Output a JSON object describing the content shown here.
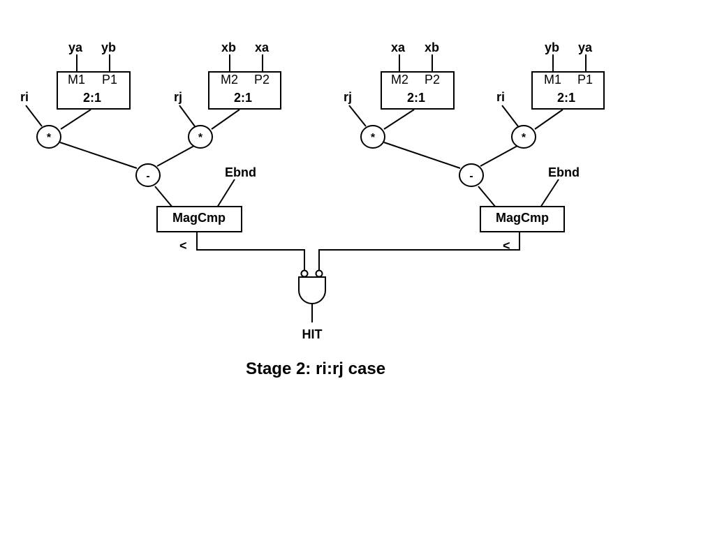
{
  "left": {
    "mux1": {
      "in_top": [
        "ya",
        "yb"
      ],
      "ports": [
        "M1",
        "P1"
      ],
      "label": "2:1"
    },
    "mux2": {
      "in_top": [
        "xb",
        "xa"
      ],
      "ports": [
        "M2",
        "P2"
      ],
      "label": "2:1"
    },
    "mul1_input": "ri",
    "mul2_input": "rj",
    "mul_op": "*",
    "sub_op": "-",
    "ebnd": "Ebnd",
    "magcmp": "MagCmp",
    "lt": "<"
  },
  "right": {
    "mux1": {
      "in_top": [
        "xa",
        "xb"
      ],
      "ports": [
        "M2",
        "P2"
      ],
      "label": "2:1"
    },
    "mux2": {
      "in_top": [
        "yb",
        "ya"
      ],
      "ports": [
        "M1",
        "P1"
      ],
      "label": "2:1"
    },
    "mul1_input": "rj",
    "mul2_input": "ri",
    "mul_op": "*",
    "sub_op": "-",
    "ebnd": "Ebnd",
    "magcmp": "MagCmp",
    "lt": "<"
  },
  "output": "HIT",
  "caption": "Stage 2: ri:rj case"
}
